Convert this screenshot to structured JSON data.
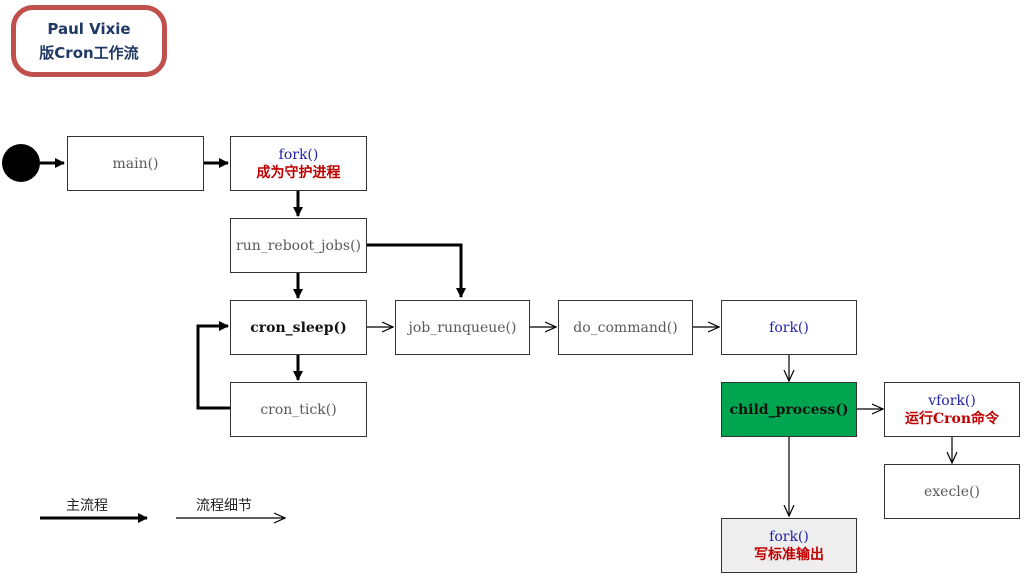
{
  "title": {
    "line1": "Paul Vixie",
    "line2": "版Cron工作流"
  },
  "nodes": {
    "main": "main()",
    "fork1": {
      "fn": "fork()",
      "desc": "成为守护进程"
    },
    "run_reboot_jobs": "run_reboot_jobs()",
    "cron_sleep": "cron_sleep()",
    "cron_tick": "cron_tick()",
    "job_runqueue": "job_runqueue()",
    "do_command": "do_command()",
    "fork2": "fork()",
    "child_process": "child_process()",
    "vfork": {
      "fn": "vfork()",
      "desc": "运行Cron命令"
    },
    "execle": "execle()",
    "fork3": {
      "fn": "fork()",
      "desc": "写标准输出"
    }
  },
  "legend": {
    "main_flow": "主流程",
    "detail_flow": "流程细节"
  },
  "colors": {
    "badge_border": "#c0504d",
    "badge_text": "#1f3864",
    "function_blue": "#1f1fa8",
    "desc_red": "#c00000",
    "child_process_fill": "#00a64f",
    "output_fork_fill": "#eeeeee"
  }
}
